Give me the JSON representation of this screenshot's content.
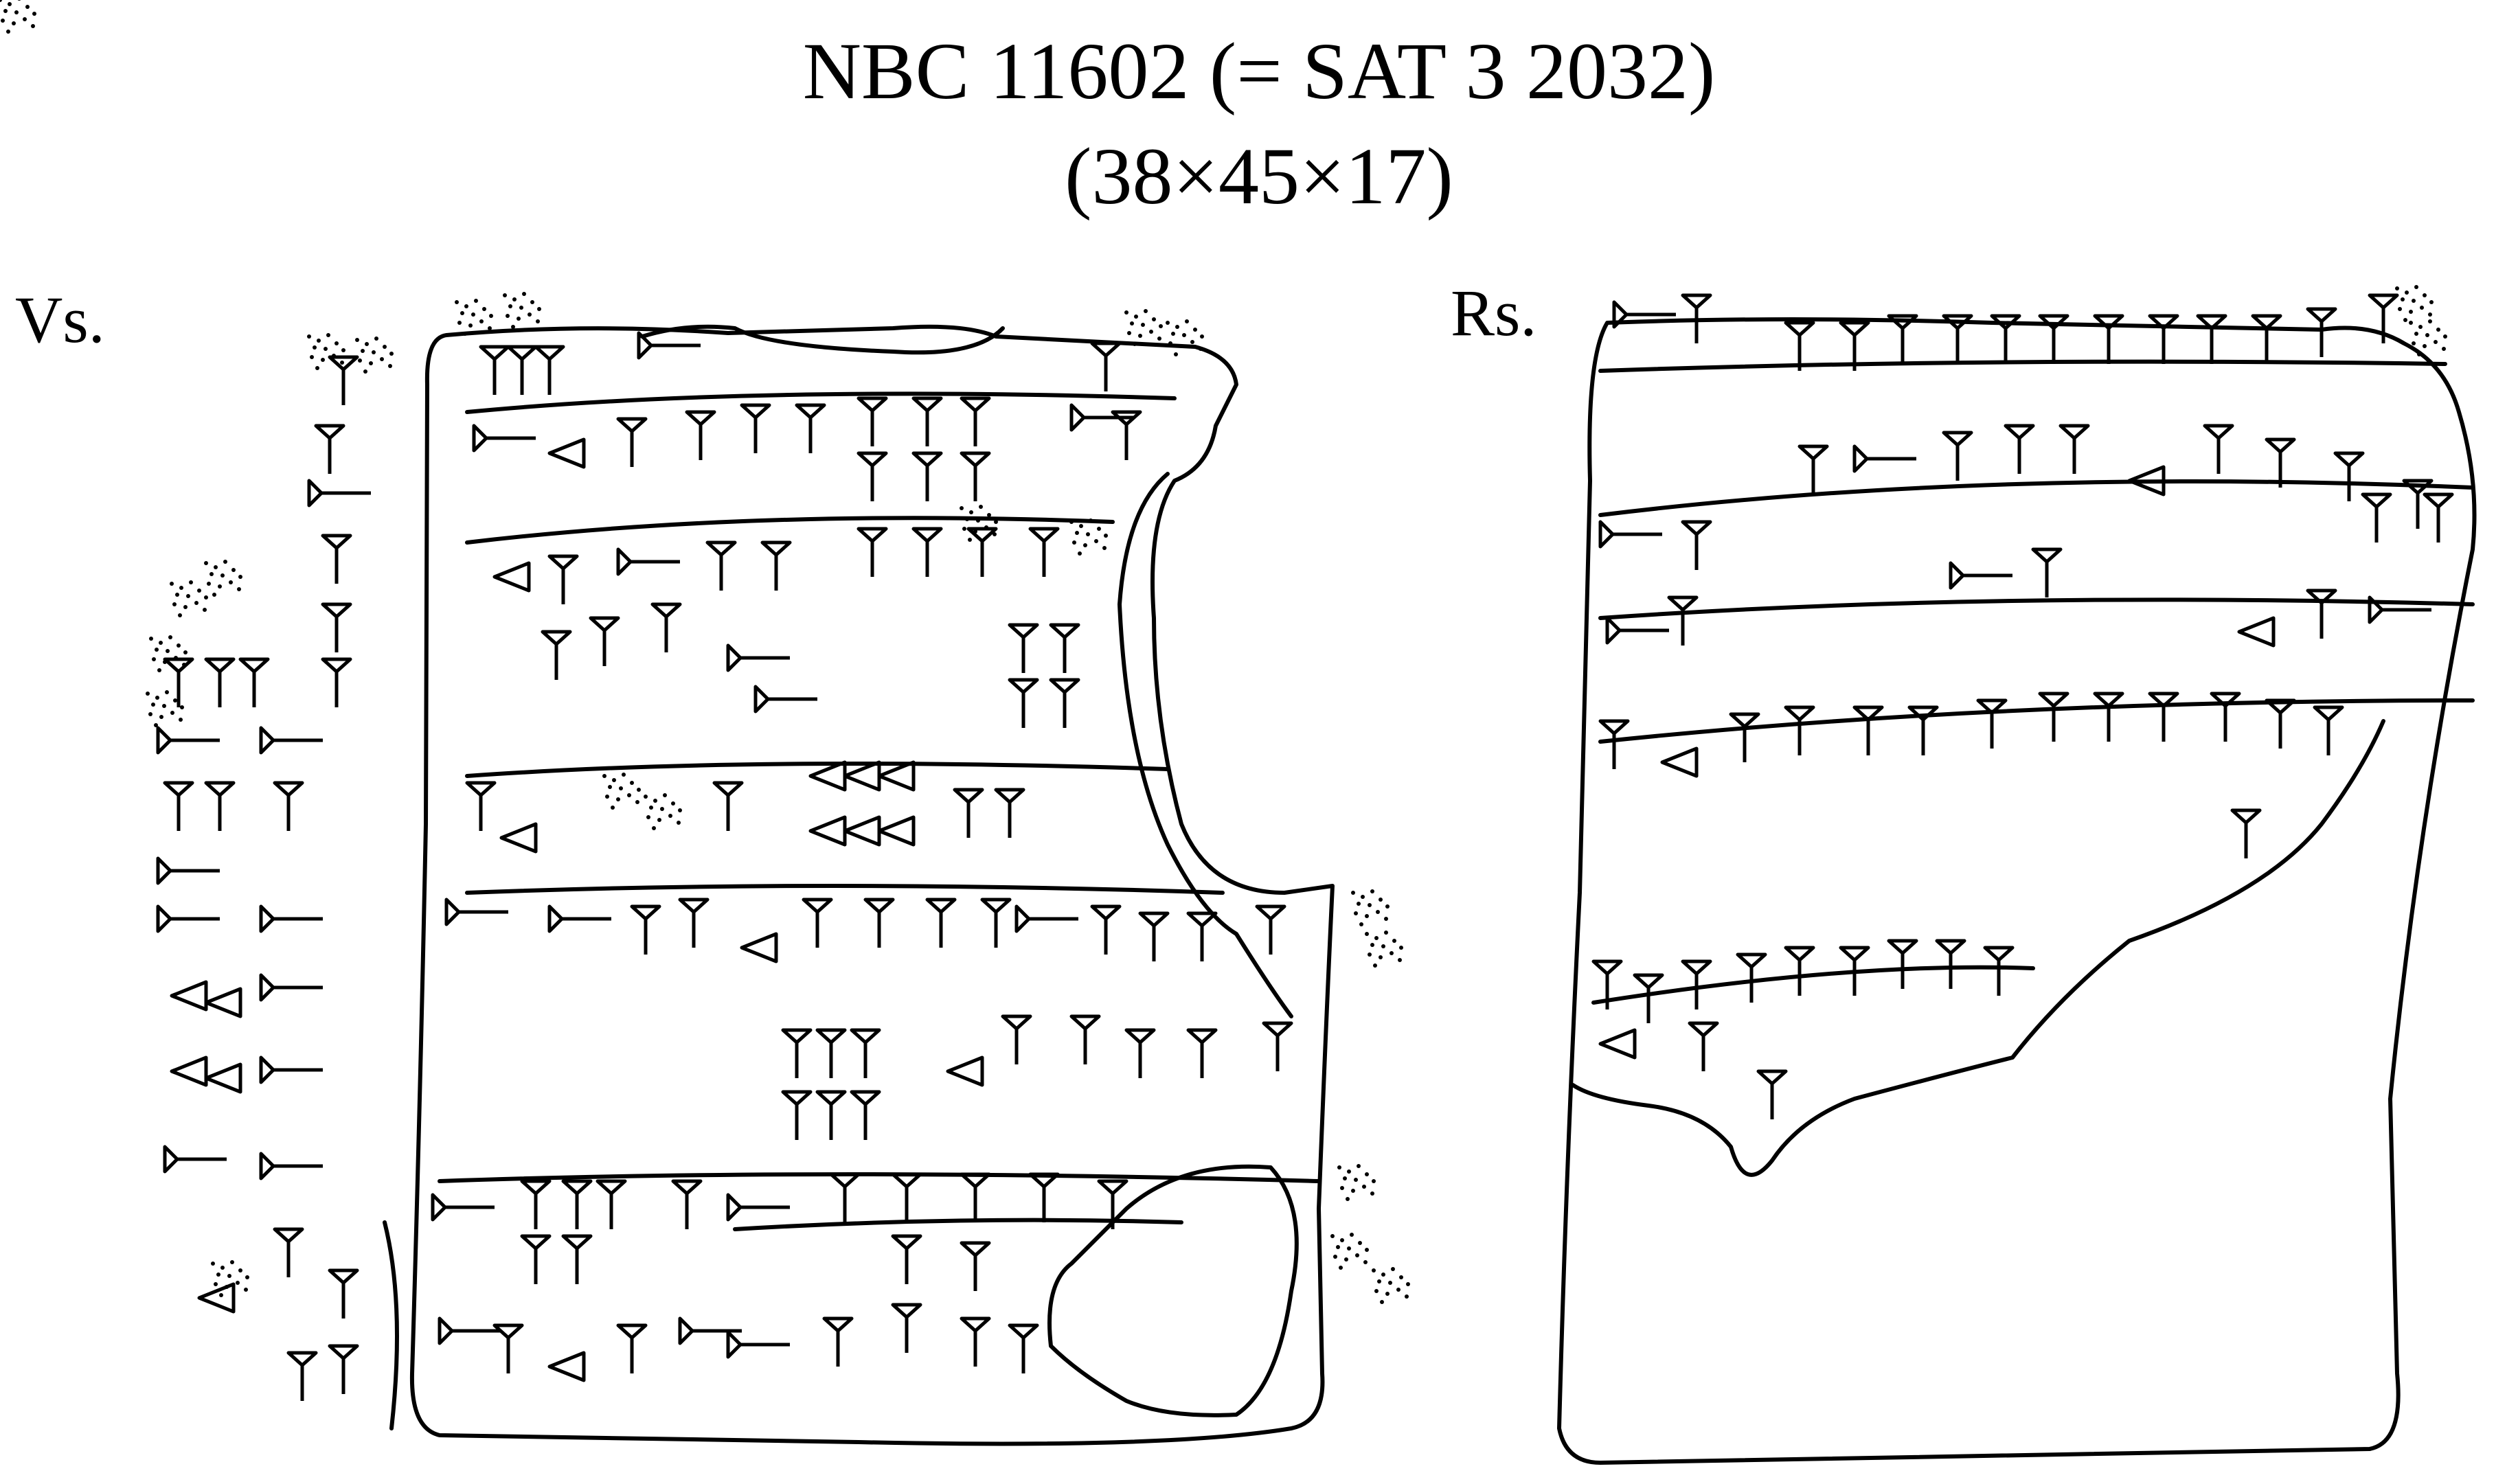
{
  "header": {
    "title": "NBC 11602 (= SAT 3 2032)",
    "dimensions": "(38×45×17)"
  },
  "sides": {
    "obverse_label": "Vs.",
    "reverse_label": "Rs."
  },
  "style": {
    "ink_color": "#000000",
    "background_color": "#ffffff"
  }
}
